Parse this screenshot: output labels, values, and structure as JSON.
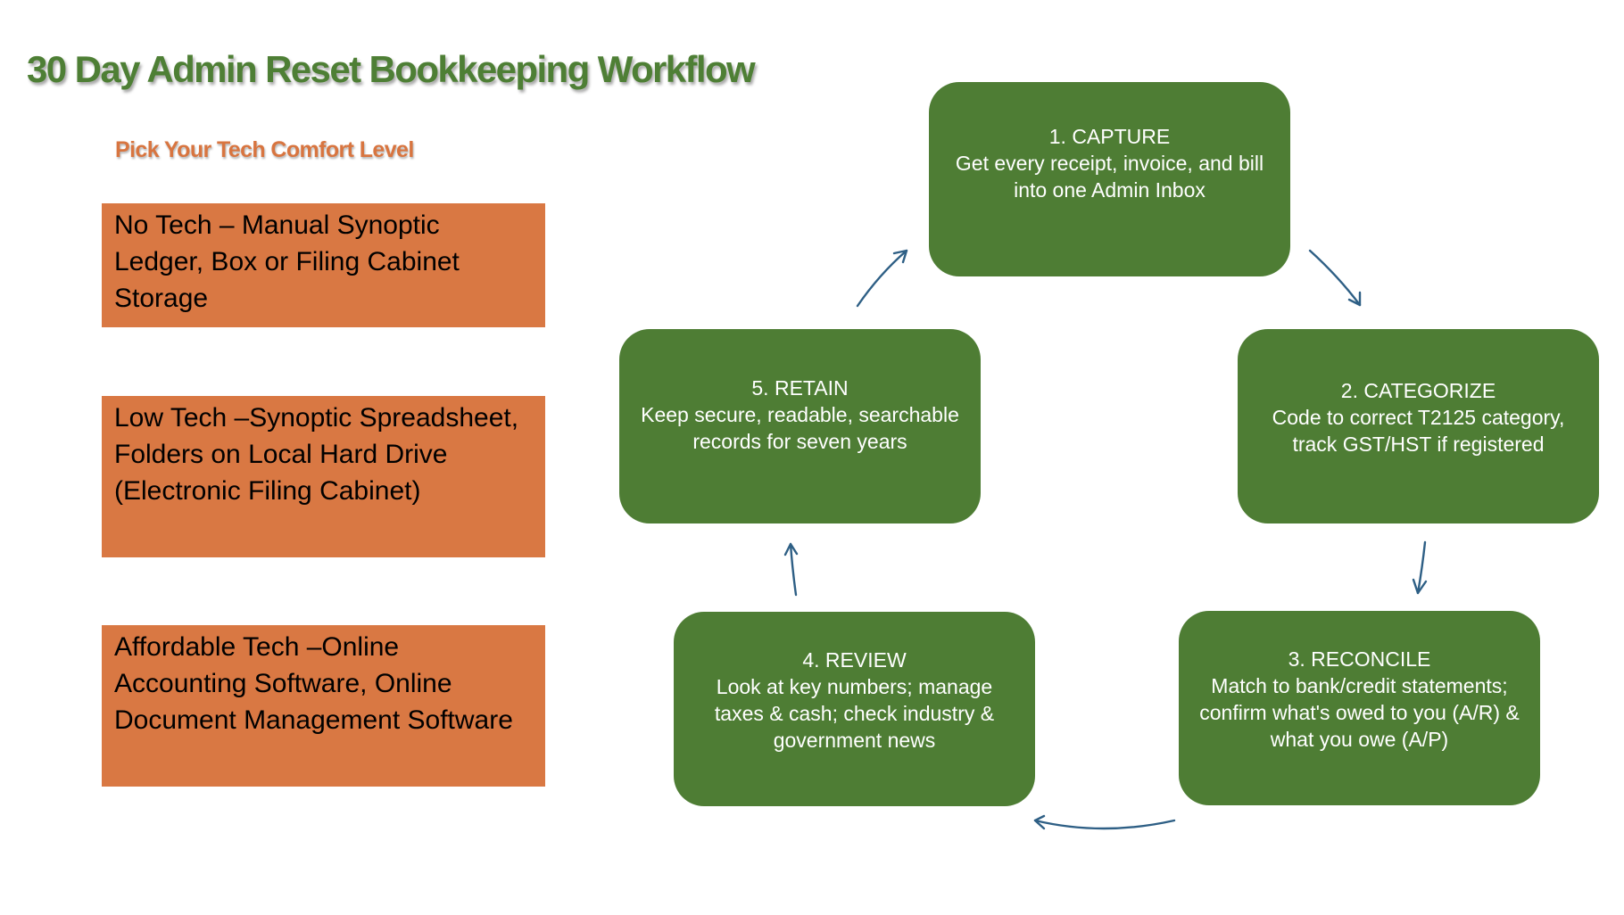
{
  "header": {
    "title": "30 Day Admin Reset Bookkeeping Workflow",
    "subtitle": "Pick Your Tech Comfort Level"
  },
  "tech_levels": [
    {
      "label": "No Tech – Manual Synoptic Ledger, Box or Filing Cabinet Storage"
    },
    {
      "label": "Low Tech –Synoptic Spreadsheet, Folders on Local Hard Drive (Electronic Filing Cabinet)"
    },
    {
      "label": "Affordable Tech –Online Accounting Software, Online Document Management Software"
    }
  ],
  "workflow": {
    "steps": [
      {
        "title": "1. CAPTURE",
        "description": "Get every receipt, invoice, and bill into one Admin Inbox"
      },
      {
        "title": "2. CATEGORIZE",
        "description": "Code to correct T2125 category, track GST/HST  if registered"
      },
      {
        "title": "3. RECONCILE",
        "description": "Match to bank/credit statements; confirm what's owed to you  (A/R) & what you owe (A/P)"
      },
      {
        "title": "4. REVIEW",
        "description": "Look at key numbers; manage taxes & cash; check industry & government news"
      },
      {
        "title": "5. RETAIN",
        "description": "Keep secure, readable, searchable records for seven years"
      }
    ],
    "flow": [
      "1. CAPTURE",
      "2. CATEGORIZE",
      "3. RECONCILE",
      "4. REVIEW",
      "5. RETAIN",
      "1. CAPTURE"
    ]
  },
  "colors": {
    "title_green": "#4e7f35",
    "step_green": "#4e7d34",
    "tech_orange": "#d97843",
    "subtitle_orange": "#d87540",
    "arrow_blue": "#2e5f85"
  }
}
